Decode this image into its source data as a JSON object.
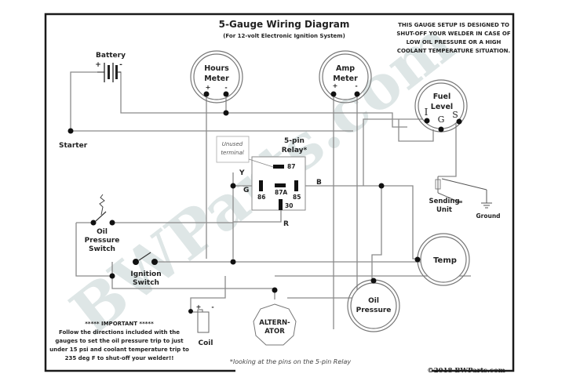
{
  "title": "5-Gauge Wiring Diagram",
  "subtitle": "(For 12-volt Electronic Ignition System)",
  "notice": [
    "THIS GAUGE SETUP IS DESIGNED TO",
    "SHUT-OFF YOUR WELDER IN CASE OF",
    "LOW OIL PRESSURE OR A HIGH",
    "COOLANT TEMPERATURE SITUATION."
  ],
  "components": {
    "battery": {
      "label": "Battery",
      "plus": "+",
      "minus": "-"
    },
    "starter": {
      "label": "Starter"
    },
    "hours_meter": {
      "line1": "Hours",
      "line2": "Meter",
      "plus": "+",
      "minus": "-"
    },
    "amp_meter": {
      "line1": "Amp",
      "line2": "Meter",
      "plus": "+",
      "minus": "-"
    },
    "fuel_level": {
      "line1": "Fuel",
      "line2": "Level",
      "pin_i": "I",
      "pin_g": "G",
      "pin_s": "S"
    },
    "relay": {
      "line1": "5-pin",
      "line2": "Relay*",
      "unused1": "Unused",
      "unused2": "terminal",
      "pins": [
        "87",
        "86",
        "87A",
        "85",
        "30"
      ],
      "wires": {
        "y": "Y",
        "g": "G",
        "b": "B",
        "r": "R"
      }
    },
    "sending_unit": {
      "line1": "Sending",
      "line2": "Unit"
    },
    "ground": {
      "label": "Ground"
    },
    "oil_pressure_switch": {
      "line1": "Oil",
      "line2": "Pressure",
      "line3": "Switch"
    },
    "ignition_switch": {
      "line1": "Ignition",
      "line2": "Switch"
    },
    "temp": {
      "label": "Temp"
    },
    "oil_pressure_gauge": {
      "line1": "Oil",
      "line2": "Pressure"
    },
    "alternator": {
      "line1": "ALTERN-",
      "line2": "ATOR"
    },
    "coil": {
      "label": "Coil",
      "plus": "+",
      "minus": "-"
    }
  },
  "important": {
    "heading": "***** IMPORTANT *****",
    "lines": [
      "Follow the directions included with the",
      "gauges to set the oil pressure trip to just",
      "under 15 psi and coolant temperature trip to",
      "235 deg F to shut-off your welder!!"
    ]
  },
  "footnote": "*looking at the pins on the 5-pin Relay",
  "copyright": "©2018 BWParts.com",
  "watermark": "BWParts.com"
}
